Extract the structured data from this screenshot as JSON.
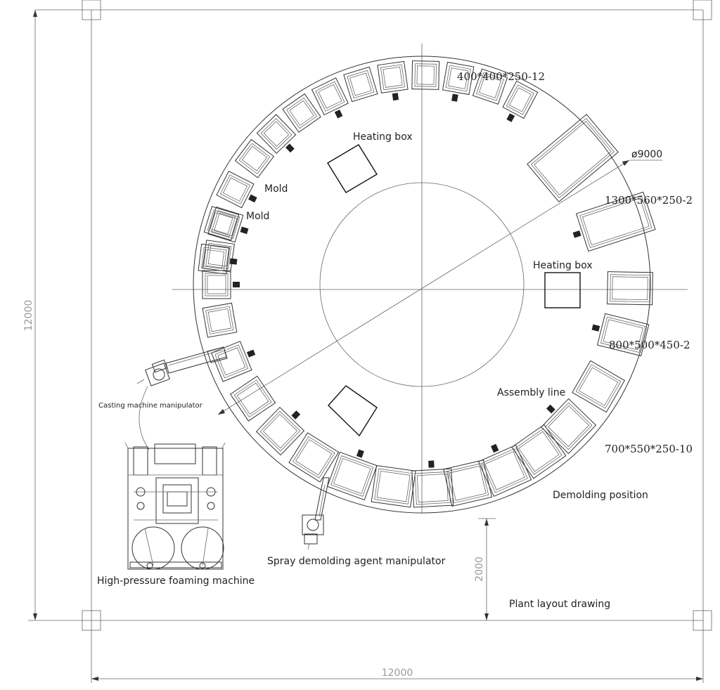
{
  "labels": {
    "mold_size_top": "400*400*250-12",
    "diameter": "ø9000",
    "mold_size_right_1": "1300*560*250-2",
    "mold_size_right_2": "800*500*450-2",
    "mold_size_right_3": "700*550*250-10",
    "heating_box_1": "Heating box",
    "heating_box_2": "Heating box",
    "mold_1": "Mold",
    "mold_2": "Mold",
    "assembly_line": "Assembly line",
    "demolding_position": "Demolding position",
    "casting_manipulator": "Casting machine manipulator",
    "spray_manipulator": "Spray demolding agent manipulator",
    "foaming_machine": "High-pressure foaming machine",
    "plant_layout": "Plant layout drawing"
  },
  "dimensions": {
    "width": "12000",
    "height": "12000",
    "offset": "2000"
  },
  "colors": {
    "line": "#333333",
    "dimension_text": "#9a9a9a",
    "background": "#ffffff"
  }
}
